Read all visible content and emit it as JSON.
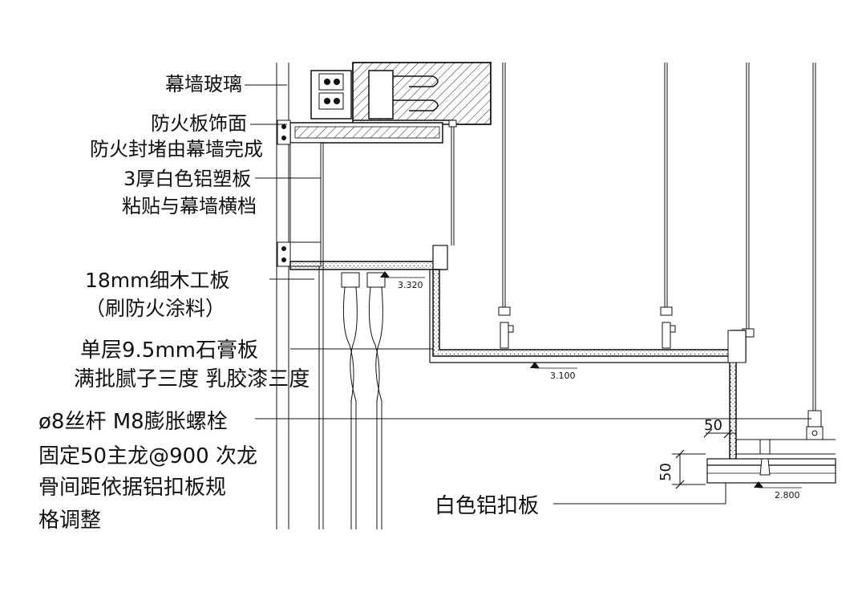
{
  "labels": {
    "curtain_glass": "幕墙玻璃",
    "fireboard_face": "防火板饰面",
    "fire_seal": "防火封堵由幕墙完成",
    "alu_plastic_1": "3厚白色铝塑板",
    "alu_plastic_2": "粘贴与幕墙横档",
    "blockboard": "18mm细木工板",
    "fire_paint": "（刷防火涂料）",
    "gypsum": "单层9.5mm石膏板",
    "putty": "满批腻子三度  乳胶漆三度",
    "rod": "ø8丝杆  M8膨胀螺栓",
    "keel_1": "固定50主龙@900  次龙",
    "keel_2": "骨间距依据铝扣板规",
    "keel_3": "格调整",
    "alu_panel": "白色铝扣板"
  },
  "elevations": {
    "level_1": "3.320",
    "level_2": "3.100",
    "level_3": "2.800"
  },
  "dimensions": {
    "dim_a": "50",
    "dim_b": "50"
  }
}
